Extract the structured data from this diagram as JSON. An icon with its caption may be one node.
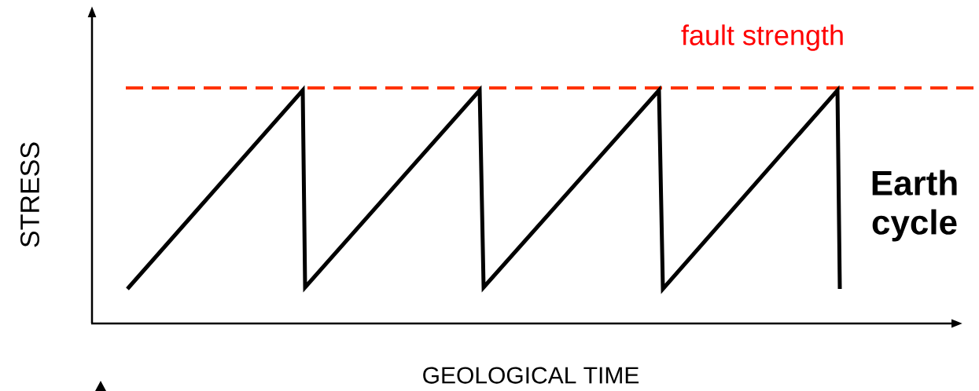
{
  "diagram": {
    "labels": [
      "fault strength",
      "STRESS",
      "Earth cycle",
      "GEOLOGICAL TIME"
    ]
  }
}
